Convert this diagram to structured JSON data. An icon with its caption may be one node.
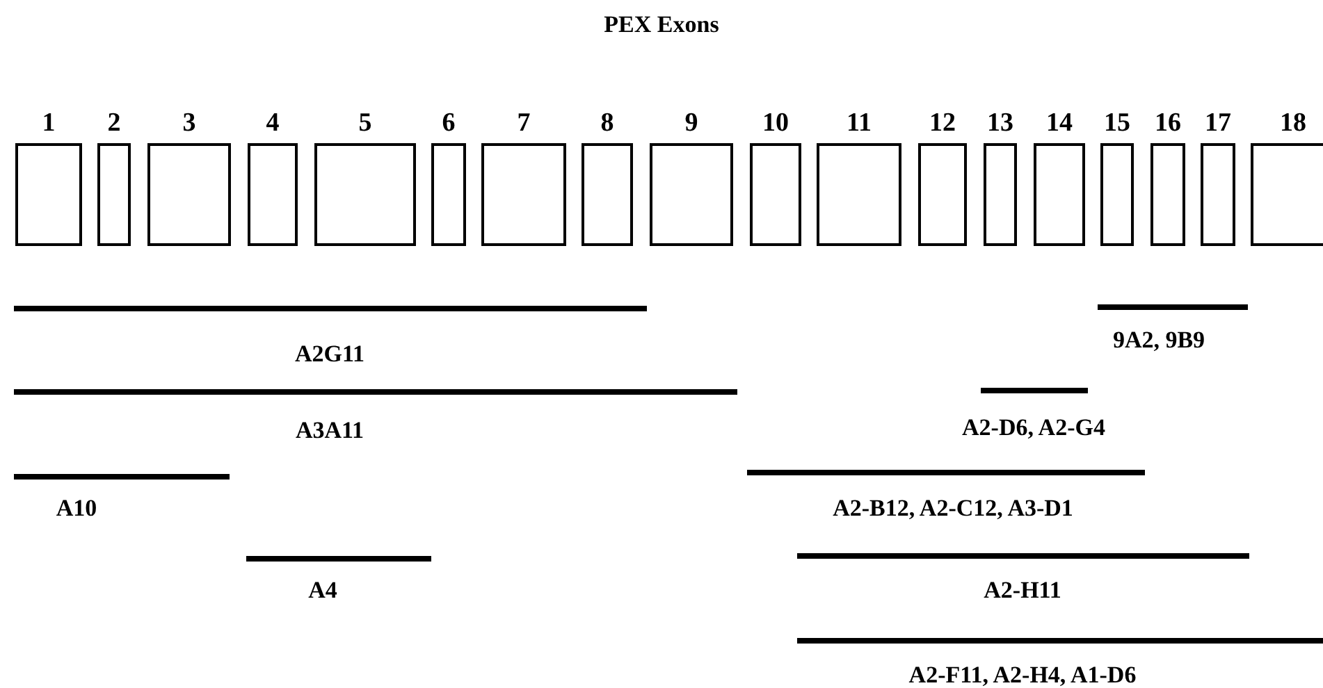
{
  "diagram": {
    "title": "PEX Exons",
    "nodes": [
      {
        "text": [
          "1"
        ]
      },
      {
        "text": [
          "2"
        ]
      },
      {
        "text": [
          "3"
        ]
      },
      {
        "text": [
          "4"
        ]
      },
      {
        "text": [
          "5"
        ]
      },
      {
        "text": [
          "6"
        ]
      },
      {
        "text": [
          "7"
        ]
      },
      {
        "text": [
          "8"
        ]
      },
      {
        "text": [
          "9"
        ]
      },
      {
        "text": [
          "10"
        ]
      },
      {
        "text": [
          "11"
        ]
      },
      {
        "text": [
          "12"
        ]
      },
      {
        "text": [
          "13"
        ]
      },
      {
        "text": [
          "14"
        ]
      },
      {
        "text": [
          "15"
        ]
      },
      {
        "text": [
          "16"
        ]
      },
      {
        "text": [
          "17"
        ]
      },
      {
        "text": [
          "18"
        ]
      },
      {
        "text": [],
        "shape": "bar",
        "beside": [
          "A2G11"
        ]
      },
      {
        "text": [],
        "shape": "bar",
        "beside": [
          "9A2, 9B9"
        ]
      },
      {
        "text": [],
        "shape": "bar",
        "beside": [
          "A3A11"
        ]
      },
      {
        "text": [],
        "shape": "bar",
        "beside": [
          "A2-D6, A2-G4"
        ]
      },
      {
        "text": [],
        "shape": "bar",
        "beside": [
          "A10"
        ]
      },
      {
        "text": [],
        "shape": "bar",
        "beside": [
          "A2-B12, A2-C12, A3-D1"
        ]
      },
      {
        "text": [],
        "shape": "bar",
        "beside": [
          "A4"
        ]
      },
      {
        "text": [],
        "shape": "bar",
        "beside": [
          "A2-H11"
        ]
      },
      {
        "text": [],
        "shape": "bar",
        "beside": [
          "A2-F11, A2-H4, A1-D6"
        ]
      }
    ]
  }
}
